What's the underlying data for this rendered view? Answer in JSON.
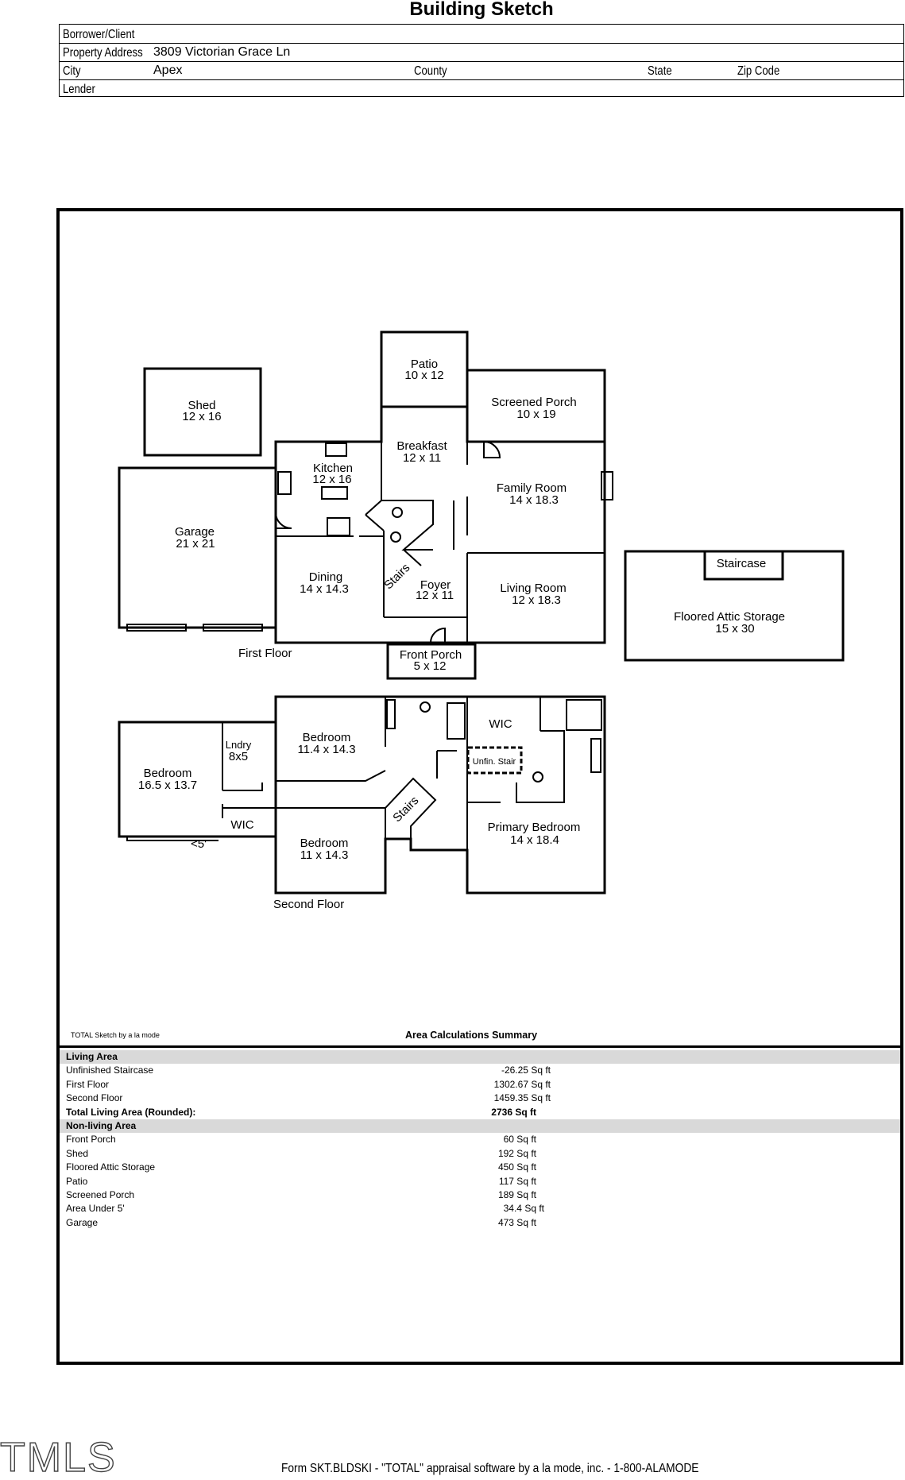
{
  "title": "Building Sketch",
  "header": {
    "borrower_label": "Borrower/Client",
    "borrower_value": "",
    "address_label": "Property Address",
    "address_value": "3809 Victorian Grace Ln",
    "city_label": "City",
    "city_value": "Apex",
    "county_label": "County",
    "state_label": "State",
    "zip_label": "Zip Code",
    "lender_label": "Lender"
  },
  "floor_labels": {
    "first": "First Floor",
    "second": "Second Floor"
  },
  "rooms": {
    "patio": {
      "name": "Patio",
      "dims": "10 x 12"
    },
    "shed": {
      "name": "Shed",
      "dims": "12 x 16"
    },
    "screened_porch": {
      "name": "Screened Porch",
      "dims": "10 x 19"
    },
    "breakfast": {
      "name": "Breakfast",
      "dims": "12 x 11"
    },
    "kitchen": {
      "name": "Kitchen",
      "dims": "12 x 16"
    },
    "family_room": {
      "name": "Family Room",
      "dims": "14 x 18.3"
    },
    "garage": {
      "name": "Garage",
      "dims": "21 x 21"
    },
    "dining": {
      "name": "Dining",
      "dims": "14 x 14.3"
    },
    "foyer": {
      "name": "Foyer",
      "dims": "12 x 11"
    },
    "living_room": {
      "name": "Living Room",
      "dims": "12 x 18.3"
    },
    "front_porch": {
      "name": "Front Porch",
      "dims": "5 x 12"
    },
    "staircase": {
      "name": "Staircase"
    },
    "attic": {
      "name": "Floored Attic Storage",
      "dims": "15 x 30"
    },
    "stairs1": {
      "name": "Stairs"
    },
    "stairs2": {
      "name": "Stairs"
    },
    "bedroom_left": {
      "name": "Bedroom",
      "dims": "16.5 x 13.7"
    },
    "laundry": {
      "name": "Lndry",
      "dims": "8x5"
    },
    "bedroom_mid": {
      "name": "Bedroom",
      "dims": "11.4 x 14.3"
    },
    "wic_top": {
      "name": "WIC"
    },
    "unfin_stair": {
      "name": "Unfin. Stair"
    },
    "wic_left": {
      "name": "WIC"
    },
    "under5": {
      "name": "<5'"
    },
    "bedroom_low": {
      "name": "Bedroom",
      "dims": "11 x 14.3"
    },
    "primary": {
      "name": "Primary Bedroom",
      "dims": "14 x 18.4"
    }
  },
  "credit": "TOTAL Sketch by a la mode",
  "summary": {
    "title": "Area Calculations Summary",
    "living_header": "Living Area",
    "living": [
      {
        "label": "Unfinished Staircase",
        "value": "-26.25 Sq ft"
      },
      {
        "label": "First Floor",
        "value": "1302.67 Sq ft"
      },
      {
        "label": "Second Floor",
        "value": "1459.35 Sq ft"
      }
    ],
    "total_label": "Total Living Area (Rounded):",
    "total_value": "2736 Sq ft",
    "nonliving_header": "Non-living Area",
    "nonliving": [
      {
        "label": "Front Porch",
        "value": "60 Sq ft"
      },
      {
        "label": "Shed",
        "value": "192 Sq ft"
      },
      {
        "label": "Floored Attic Storage",
        "value": "450 Sq ft"
      },
      {
        "label": "Patio",
        "value": "117 Sq ft"
      },
      {
        "label": "Screened Porch",
        "value": "189 Sq ft"
      },
      {
        "label": "Area Under 5'",
        "value": "34.4 Sq ft"
      },
      {
        "label": "Garage",
        "value": "473 Sq ft"
      }
    ]
  },
  "logo": "TMLS",
  "footer": "Form SKT.BLDSKI - \"TOTAL\" appraisal software by a la mode, inc. - 1-800-ALAMODE"
}
